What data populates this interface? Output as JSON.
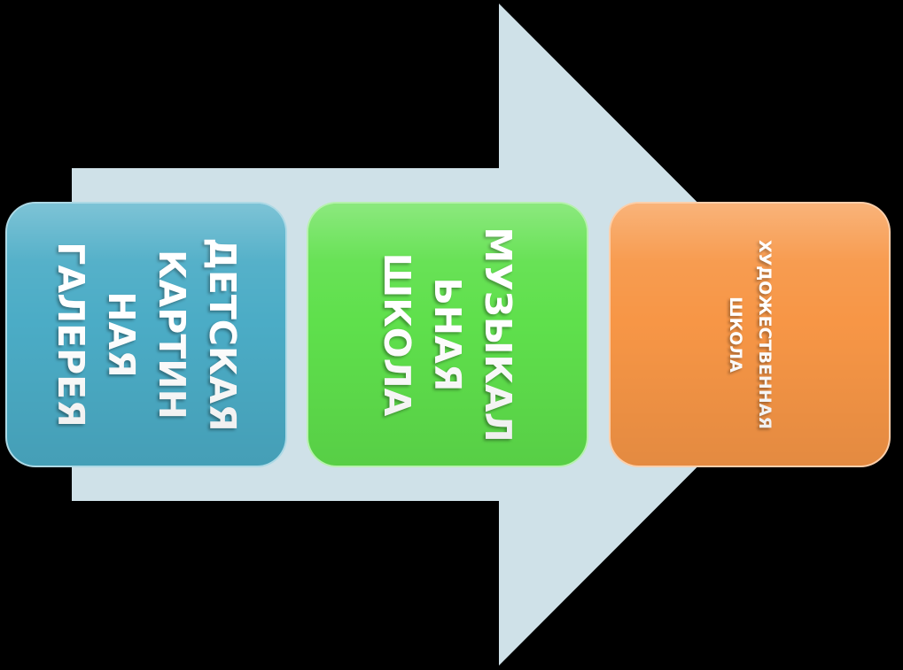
{
  "diagram": {
    "arrow": {
      "color": "#cfe1e8"
    },
    "boxes": [
      {
        "label": "ДЕТСКАЯ\nКАРТИН\nНАЯ\nГАЛЕРЕЯ",
        "color": "#4bacc6",
        "size": "large"
      },
      {
        "label": "МУЗЫКАЛ\nЬНАЯ\nШКОЛА",
        "color": "#5fe04c",
        "size": "large"
      },
      {
        "label": "ХУДОЖЕСТВЕННАЯ\nШКОЛА",
        "color": "#f79646",
        "size": "small"
      }
    ]
  }
}
